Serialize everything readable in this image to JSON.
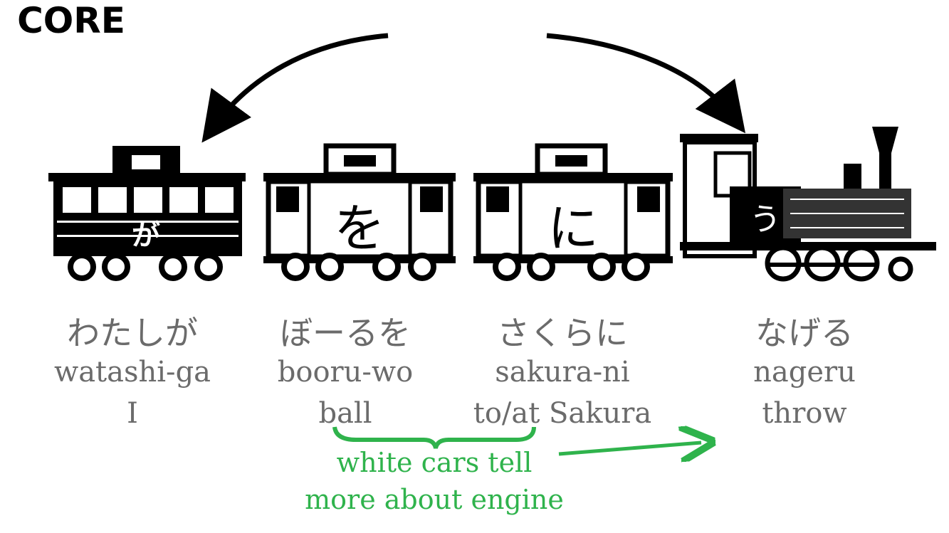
{
  "title": "CORE",
  "cars": [
    {
      "kana_on_car": "が",
      "japanese": "わたしが",
      "romaji": "watashi-ga",
      "english": "I"
    },
    {
      "kana_on_car": "を",
      "japanese": "ぼーるを",
      "romaji": "booru-wo",
      "english": "ball"
    },
    {
      "kana_on_car": "に",
      "japanese": "さくらに",
      "romaji": "sakura-ni",
      "english": "to/at Sakura"
    },
    {
      "kana_on_car": "う",
      "japanese": "なげる",
      "romaji": "nageru",
      "english": "throw"
    }
  ],
  "annotation": {
    "line1": "white cars tell",
    "line2": "more about engine",
    "color": "#2fb34c"
  }
}
